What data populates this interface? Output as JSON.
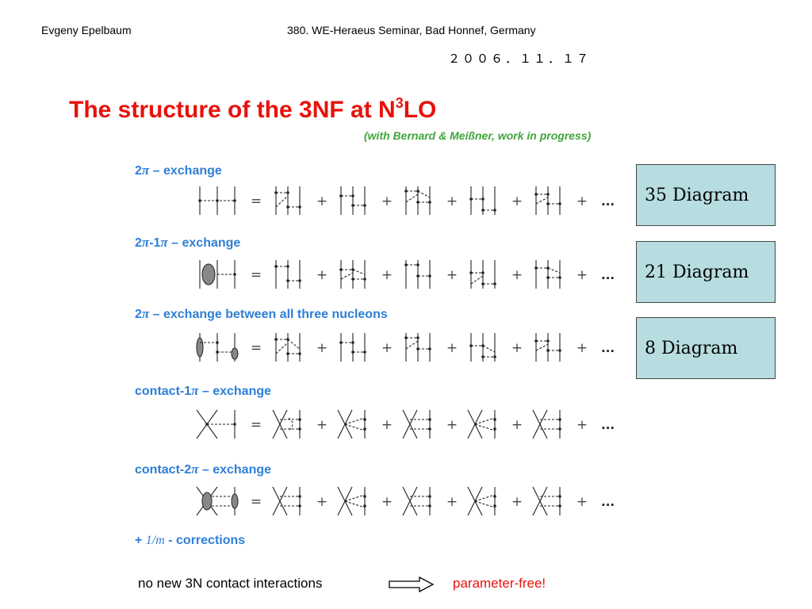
{
  "header": {
    "author": "Evgeny Epelbaum",
    "event": "380. WE-Heraeus Seminar, Bad Honnef, Germany",
    "date": "２００６．１１．１７"
  },
  "title": {
    "text": "The structure of the 3NF at N",
    "sup": "3",
    "suffix": "LO"
  },
  "subtitle": "(with Bernard & Meißner, work in progress)",
  "sections": [
    {
      "pre": "2",
      "sym": "π",
      "post": " – exchange",
      "box": "35 Diagram"
    },
    {
      "pre": "2",
      "sym": "π",
      "mid": "-1",
      "sym2": "π",
      "post": " – exchange",
      "box": "21 Diagram"
    },
    {
      "pre": "2",
      "sym": "π",
      "post": " – exchange between all three nucleons",
      "box": "8 Diagram"
    },
    {
      "pre": "contact-1",
      "sym": "π",
      "post": " – exchange"
    },
    {
      "pre": "contact-2",
      "sym": "π",
      "post": " – exchange"
    }
  ],
  "equation": {
    "equals": "=",
    "plus": "+",
    "ellipsis": "..."
  },
  "corrections": {
    "plus": "+ ",
    "term": "1/m",
    "rest": " - corrections"
  },
  "bottom": {
    "text_before": "no new 3N contact interactions",
    "result": "parameter-free!"
  },
  "colors": {
    "title": "#e8120c",
    "subtitle": "#3fa53a",
    "section": "#2e7fd6",
    "box": "#b7dde0"
  }
}
